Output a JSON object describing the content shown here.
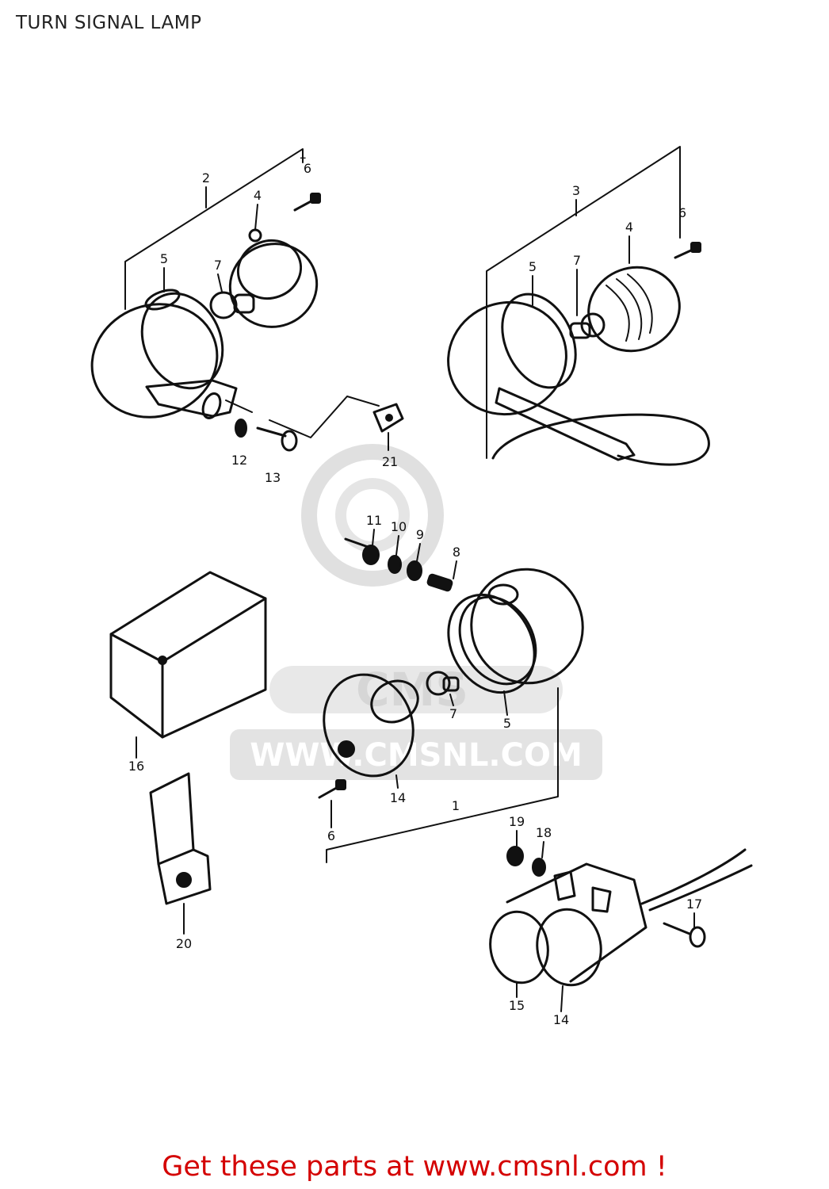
{
  "header": {
    "title": "TURN SIGNAL LAMP"
  },
  "watermark": {
    "text": "WWW.CMSNL.COM",
    "logo_text": "CMS"
  },
  "diagram": {
    "callouts": [
      {
        "id": "c-1a",
        "label": "1"
      },
      {
        "id": "c-2",
        "label": "2"
      },
      {
        "id": "c-6a",
        "label": "6"
      },
      {
        "id": "c-4a",
        "label": "4"
      },
      {
        "id": "c-5a",
        "label": "5"
      },
      {
        "id": "c-7a",
        "label": "7"
      },
      {
        "id": "c-12",
        "label": "12"
      },
      {
        "id": "c-13",
        "label": "13"
      },
      {
        "id": "c-21",
        "label": "21"
      },
      {
        "id": "c-3",
        "label": "3"
      },
      {
        "id": "c-6b",
        "label": "6"
      },
      {
        "id": "c-4b",
        "label": "4"
      },
      {
        "id": "c-5b",
        "label": "5"
      },
      {
        "id": "c-7b",
        "label": "7"
      },
      {
        "id": "c-11",
        "label": "11"
      },
      {
        "id": "c-10",
        "label": "10"
      },
      {
        "id": "c-9",
        "label": "9"
      },
      {
        "id": "c-8",
        "label": "8"
      },
      {
        "id": "c-7c",
        "label": "7"
      },
      {
        "id": "c-5c",
        "label": "5"
      },
      {
        "id": "c-14a",
        "label": "14"
      },
      {
        "id": "c-1b",
        "label": "1"
      },
      {
        "id": "c-6c",
        "label": "6"
      },
      {
        "id": "c-16",
        "label": "16"
      },
      {
        "id": "c-20",
        "label": "20"
      },
      {
        "id": "c-19",
        "label": "19"
      },
      {
        "id": "c-18",
        "label": "18"
      },
      {
        "id": "c-17",
        "label": "17"
      },
      {
        "id": "c-15",
        "label": "15"
      },
      {
        "id": "c-14b",
        "label": "14"
      }
    ]
  },
  "footer": {
    "promo_text": "Get these parts at www.cmsnl.com !"
  },
  "colors": {
    "promo": "#d40000",
    "line": "#111111",
    "watermark": "#d9d9d9"
  }
}
